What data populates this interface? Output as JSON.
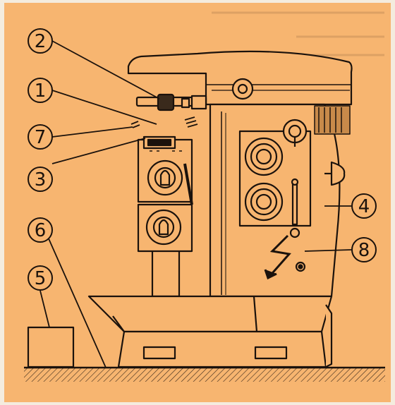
{
  "diagram": {
    "background_color": "#f7b570",
    "ink_color": "#1b120c",
    "callouts": [
      {
        "id": "callout-1",
        "label": "1"
      },
      {
        "id": "callout-2",
        "label": "2"
      },
      {
        "id": "callout-3",
        "label": "3"
      },
      {
        "id": "callout-4",
        "label": "4"
      },
      {
        "id": "callout-5",
        "label": "5"
      },
      {
        "id": "callout-6",
        "label": "6"
      },
      {
        "id": "callout-7",
        "label": "7"
      },
      {
        "id": "callout-8",
        "label": "8"
      }
    ],
    "spark_glyph": "ϟ"
  }
}
